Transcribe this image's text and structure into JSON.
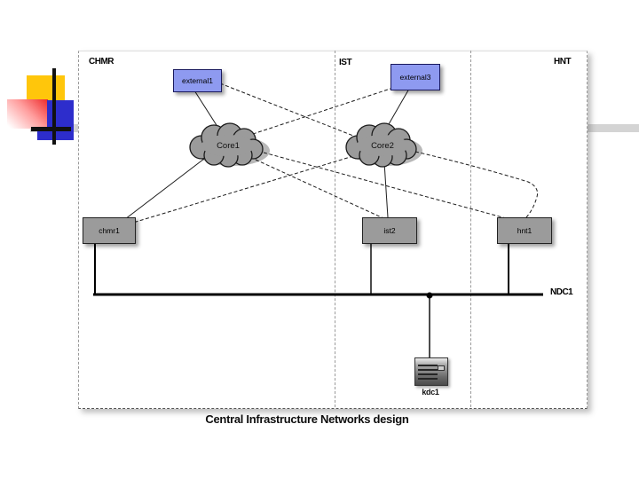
{
  "slide": {
    "title": "Central Infrastructure Networks design"
  },
  "zones": {
    "chmr": "CHMR",
    "ist": "IST",
    "hnt": "HNT"
  },
  "network_label": "NDC1",
  "nodes": {
    "external1": {
      "label": "external1",
      "kind": "external-router"
    },
    "external3": {
      "label": "external3",
      "kind": "external-router"
    },
    "core1": {
      "label": "Core1",
      "kind": "core-network-cloud"
    },
    "core2": {
      "label": "Core2",
      "kind": "core-network-cloud"
    },
    "chmr1": {
      "label": "chmr1",
      "kind": "site-router"
    },
    "ist2": {
      "label": "ist2",
      "kind": "site-router"
    },
    "hnt1": {
      "label": "hnt1",
      "kind": "site-router"
    },
    "kdc1": {
      "label": "kdc1",
      "kind": "server"
    }
  },
  "edges": [
    {
      "from": "external1",
      "to": "Core1"
    },
    {
      "from": "external1",
      "to": "Core2"
    },
    {
      "from": "external3",
      "to": "Core1"
    },
    {
      "from": "external3",
      "to": "Core2"
    },
    {
      "from": "Core1",
      "to": "chmr1"
    },
    {
      "from": "Core1",
      "to": "ist2"
    },
    {
      "from": "Core1",
      "to": "hnt1"
    },
    {
      "from": "Core2",
      "to": "chmr1"
    },
    {
      "from": "Core2",
      "to": "ist2"
    },
    {
      "from": "Core2",
      "to": "hnt1"
    },
    {
      "from": "chmr1",
      "to": "NDC1"
    },
    {
      "from": "ist2",
      "to": "NDC1"
    },
    {
      "from": "hnt1",
      "to": "NDC1"
    },
    {
      "from": "kdc1",
      "to": "NDC1"
    }
  ],
  "colors": {
    "external_fill": "#8e9af0",
    "gray_node_fill": "#9b9b9b",
    "accent_yellow": "#ffc60b",
    "accent_blue": "#2d2dcc",
    "accent_red": "#ee2b2b"
  }
}
